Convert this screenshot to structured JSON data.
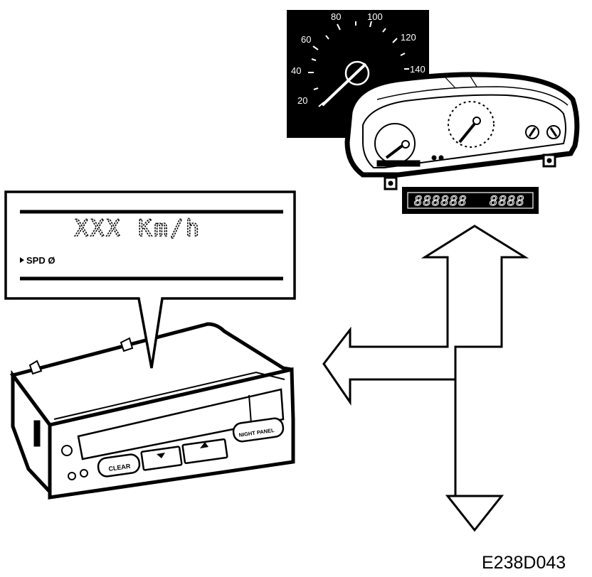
{
  "callout": {
    "display_text": "XXX Km/h",
    "menu_label": "SPD Ø"
  },
  "speedometer": {
    "dial_labels": [
      "20",
      "40",
      "60",
      "80",
      "100",
      "120",
      "140"
    ]
  },
  "odometer": {
    "trip_digits": "888888",
    "total_digits": "8888"
  },
  "sid_panel": {
    "clear_label": "CLEAR",
    "night_panel_label": "NIGHT PANEL"
  },
  "figure_code": "E238D043"
}
